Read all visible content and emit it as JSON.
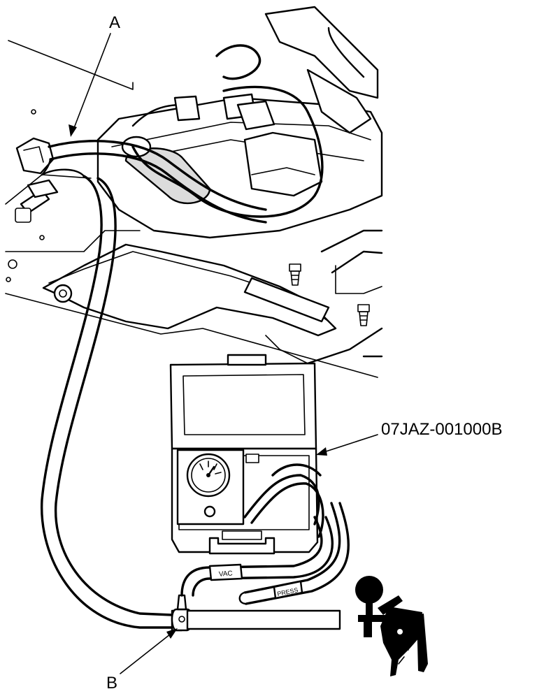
{
  "labels": {
    "callout_a": "A",
    "callout_b": "B",
    "tool_number": "07JAZ-001000B",
    "hose_tag_vac": "VAC",
    "hose_tag_press": "PRESS"
  }
}
